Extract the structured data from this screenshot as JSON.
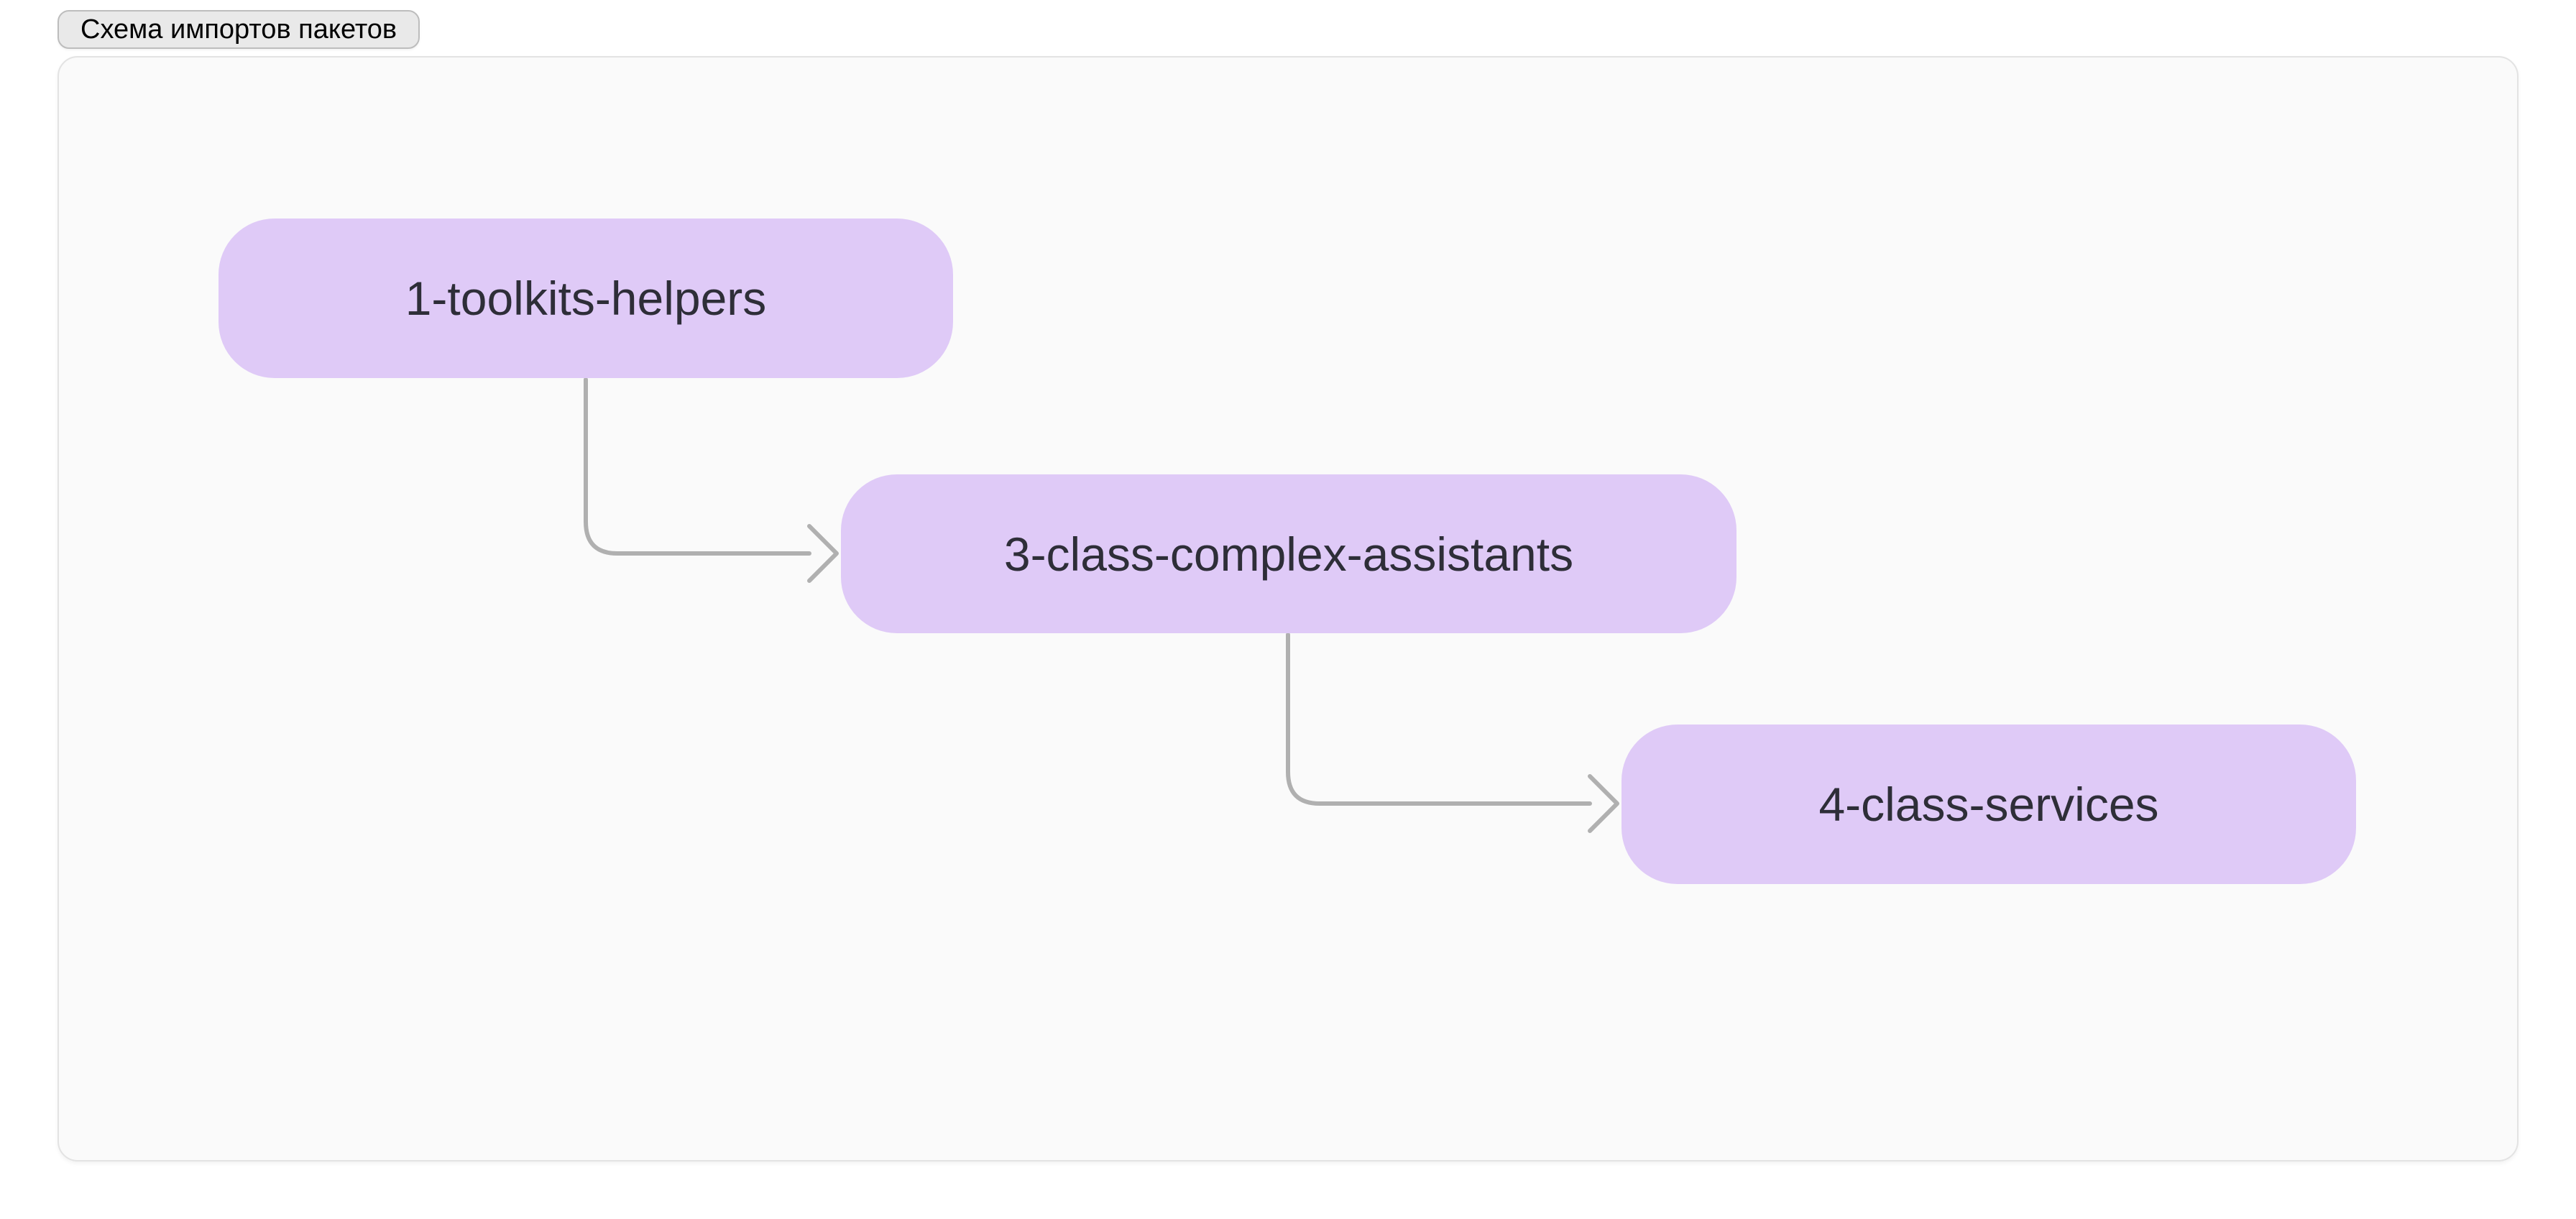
{
  "page": {
    "button_label": "Схема импортов пакетов"
  },
  "diagram": {
    "title": "Схема импортов пакетов",
    "type": "flowchart",
    "nodes": [
      {
        "id": "n1",
        "label": "1-toolkits-helpers"
      },
      {
        "id": "n2",
        "label": "3-class-complex-assistants"
      },
      {
        "id": "n3",
        "label": "4-class-services"
      }
    ],
    "edges": [
      {
        "from": "1-toolkits-helpers",
        "to": "3-class-complex-assistants"
      },
      {
        "from": "3-class-complex-assistants",
        "to": "4-class-services"
      }
    ],
    "colors": {
      "node_fill": "#dfcaf7",
      "node_text": "#2e2e38",
      "edge_stroke": "#b0b0b0",
      "canvas_background": "#fafafa",
      "canvas_border": "#e3e3e3",
      "button_background": "#e9e9e9",
      "button_border": "#bdbdbd",
      "page_background": "#ffffff"
    }
  }
}
